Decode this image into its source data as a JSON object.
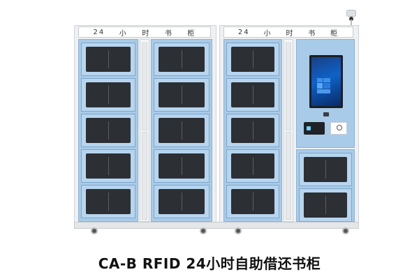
{
  "header_strips": [
    {
      "chars": [
        "24",
        "小",
        "时",
        "书",
        "柜"
      ]
    },
    {
      "chars": [
        "24",
        "小",
        "时",
        "书",
        "柜"
      ]
    }
  ],
  "caption": "CA-B RFID 24小时自助借还书柜",
  "colors": {
    "door_blue": "#a8cbe9",
    "window_dark": "#2c2f33",
    "frame_grey": "#eef0f2"
  },
  "icons": [
    "camera-icon",
    "card-reader-icon",
    "touchscreen-icon",
    "wheel-icon"
  ]
}
